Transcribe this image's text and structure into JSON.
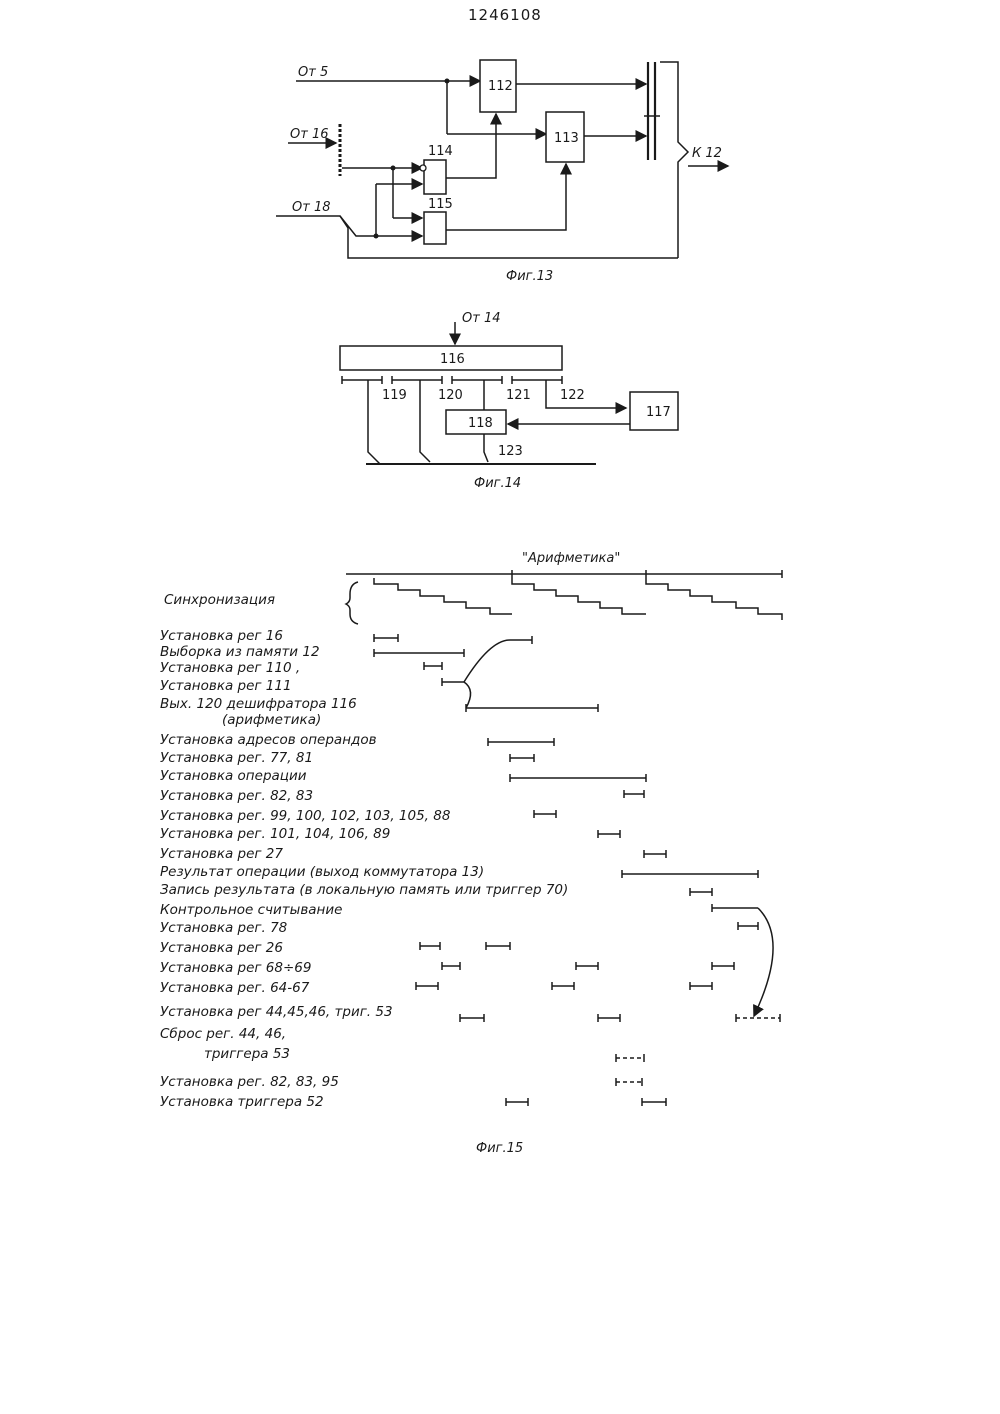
{
  "page_number": "1246108",
  "fig13": {
    "caption": "Фиг.13",
    "in_5": "От 5",
    "in_16": "От 16",
    "in_18": "От 18",
    "out": "К 12",
    "b112": "112",
    "b113": "113",
    "b114": "114",
    "b115": "115"
  },
  "fig14": {
    "caption": "Фиг.14",
    "in_14": "От 14",
    "b116": "116",
    "b117": "117",
    "b118": "118",
    "n119": "119",
    "n120": "120",
    "n121": "121",
    "n122": "122",
    "n123": "123"
  },
  "fig15": {
    "caption": "Фиг.15",
    "phase_title": "\"Арифметика\"",
    "rows": [
      "Синхронизация",
      "Установка рег 16",
      "Выборка из памяти 12",
      "Установка рег 110 ,",
      "Установка рег 111",
      "Вых. 120 дешифратора 116",
      "(арифметика)",
      "Установка адресов операндов",
      "Установка рег. 77, 81",
      "Установка операции",
      "Установка рег. 82, 83",
      "Установка рег. 99, 100, 102, 103, 105, 88",
      "Установка рег. 101, 104, 106, 89",
      "Установка рег 27",
      "Результат операции (выход коммутатора 13)",
      "Запись результата (в локальную память или триггер 70)",
      "Контрольное считывание",
      "Установка рег. 78",
      "Установка рег 26",
      "Установка рег 68÷69",
      "Установка рег. 64-67",
      "Установка рег 44,45,46, триг. 53",
      "Сброс рег. 44, 46,",
      "триггера 53",
      "Установка рег. 82, 83, 95",
      "Установка триггера 52"
    ]
  }
}
